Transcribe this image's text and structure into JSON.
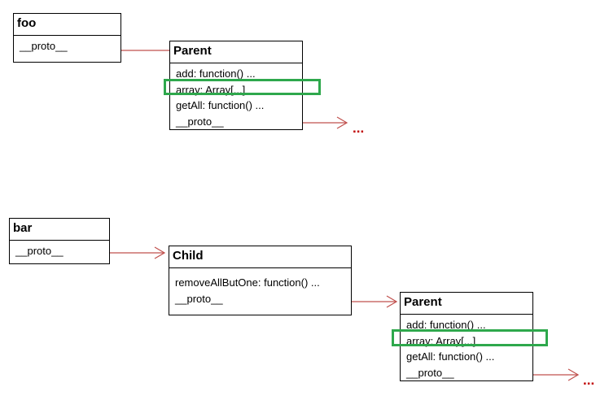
{
  "colors": {
    "arrow": "#c0504d",
    "highlight": "#2ea84c",
    "ellipsis": "#c00000",
    "border": "#000000"
  },
  "ellipsis_text": "...",
  "foo": {
    "title": "foo",
    "props": [
      "__proto__"
    ]
  },
  "parent_top": {
    "title": "Parent",
    "props": [
      "add: function() ...",
      "array: Array[...]",
      "getAll: function() ...",
      "__proto__"
    ]
  },
  "bar": {
    "title": "bar",
    "props": [
      "__proto__"
    ]
  },
  "child": {
    "title": "Child",
    "props": [
      "removeAllButOne: function() ...",
      "__proto__"
    ]
  },
  "parent_bottom": {
    "title": "Parent",
    "props": [
      "add: function() ...",
      "array: Array[...]",
      "getAll: function() ...",
      "__proto__"
    ]
  }
}
